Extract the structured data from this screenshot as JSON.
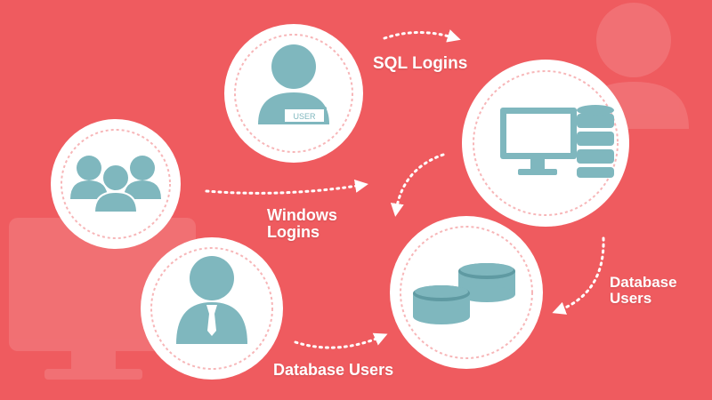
{
  "labels": {
    "sql_logins": "SQL Logins",
    "windows_logins": "Windows Logins",
    "database_users_bottom": "Database Users",
    "database_users_right": "Database Users"
  },
  "badge_text": "USER",
  "colors": {
    "background": "#ef5b5f",
    "circle_fill": "#ffffff",
    "icon": "#7fb7be",
    "arrow": "#ffffff",
    "dashed_ring": "#f7b6b8"
  },
  "icons": {
    "top_node": "user-badge-icon",
    "left_node": "user-group-icon",
    "bottom_node": "user-icon",
    "right_top_node": "monitor-database-icon",
    "right_bottom_node": "database-disks-icon"
  }
}
